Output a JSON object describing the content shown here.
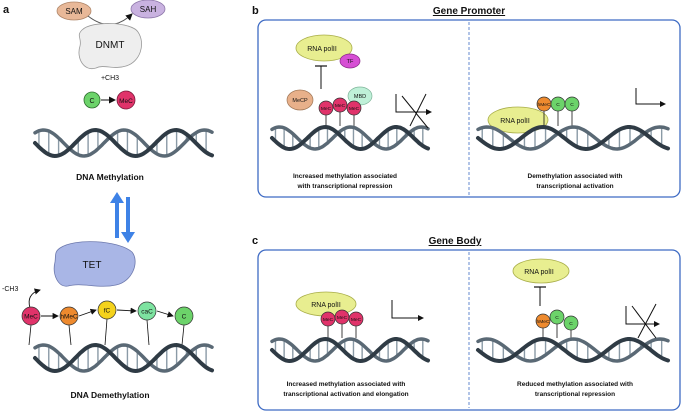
{
  "panels": {
    "a": {
      "letter": "a",
      "sam": "SAM",
      "sah": "SAH",
      "dnmt": "DNMT",
      "methyl_add": "+CH3",
      "c": "C",
      "mec": "MeC",
      "caption_methylation": "DNA Methylation",
      "tet": "TET",
      "methyl_remove": "-CH3",
      "chain": [
        "MeC",
        "hMeC",
        "fC",
        "caC",
        "C"
      ],
      "caption_demethylation": "DNA Demethylation"
    },
    "b": {
      "letter": "b",
      "title": "Gene Promoter",
      "left": {
        "polymerase": "RNA polII",
        "tf": "TF",
        "mecp": "MeCP",
        "mbd": "MBD",
        "marks": [
          "MeC",
          "MeC",
          "MeC"
        ],
        "caption_line1": "Increased methylation associated",
        "caption_line2": "with transcriptional repression"
      },
      "right": {
        "polymerase": "RNA polII",
        "marks": [
          "hMeC",
          "C",
          "C"
        ],
        "caption_line1": "Demethylation associated with",
        "caption_line2": "transcriptional activation"
      }
    },
    "c": {
      "letter": "c",
      "title": "Gene Body",
      "left": {
        "polymerase": "RNA polII",
        "marks": [
          "MeC",
          "MeC",
          "MeC"
        ],
        "caption_line1": "Increased methylation associated with",
        "caption_line2": "transcriptional activation and elongation"
      },
      "right": {
        "polymerase": "RNA polII",
        "marks": [
          "hMeC",
          "C",
          "C"
        ],
        "caption_line1": "Reduced methylation associated with",
        "caption_line2": "transcriptional repression"
      }
    }
  },
  "colors": {
    "sam": "#e8b898",
    "sah": "#c9b2e0",
    "dnmt": "#eeeeee",
    "tet": "#a9b6e6",
    "c": "#6cd36a",
    "mec": "#e0336a",
    "hmec": "#ee8a2e",
    "fc": "#f4d21c",
    "cac": "#7de3a0",
    "polii": "#e8ee90",
    "tf": "#d64fd4",
    "mecp": "#e8b08a",
    "mbd": "#bff0d8",
    "arrow_blue": "#3e82e6",
    "frame": "#3e6bc4",
    "dna_dark": "#2f3b45",
    "dna_light": "#8a9aa6"
  }
}
